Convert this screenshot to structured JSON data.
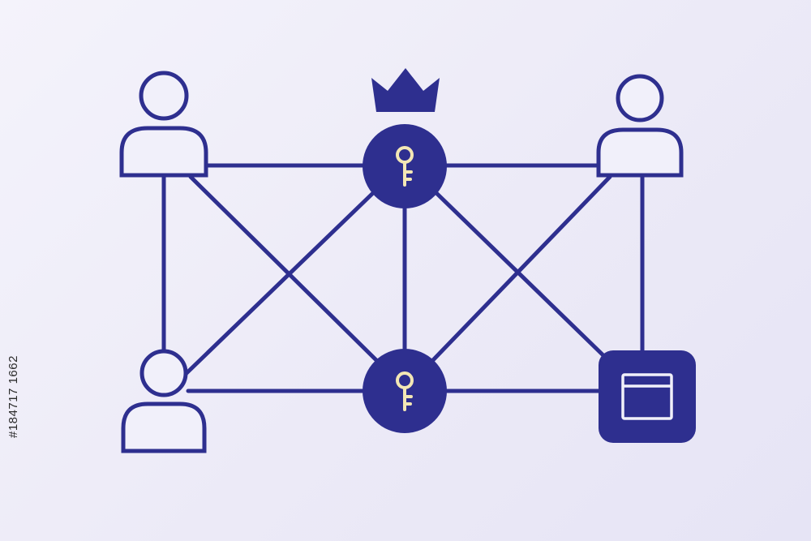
{
  "colors": {
    "stroke": "#2e2f8f",
    "fill": "#2e2f8f",
    "key": "#f3e7b5",
    "background": "#eeedf8"
  },
  "watermark_id": "#184717 1662",
  "nodes": [
    {
      "id": "user-top-left",
      "icon": "user-outline-icon"
    },
    {
      "id": "admin-key-top",
      "icon": "key-icon",
      "badge": "crown-icon"
    },
    {
      "id": "user-top-right",
      "icon": "user-outline-icon"
    },
    {
      "id": "user-bottom-left",
      "icon": "user-outline-icon"
    },
    {
      "id": "key-bottom",
      "icon": "key-icon"
    },
    {
      "id": "app-window",
      "icon": "browser-window-icon"
    }
  ]
}
